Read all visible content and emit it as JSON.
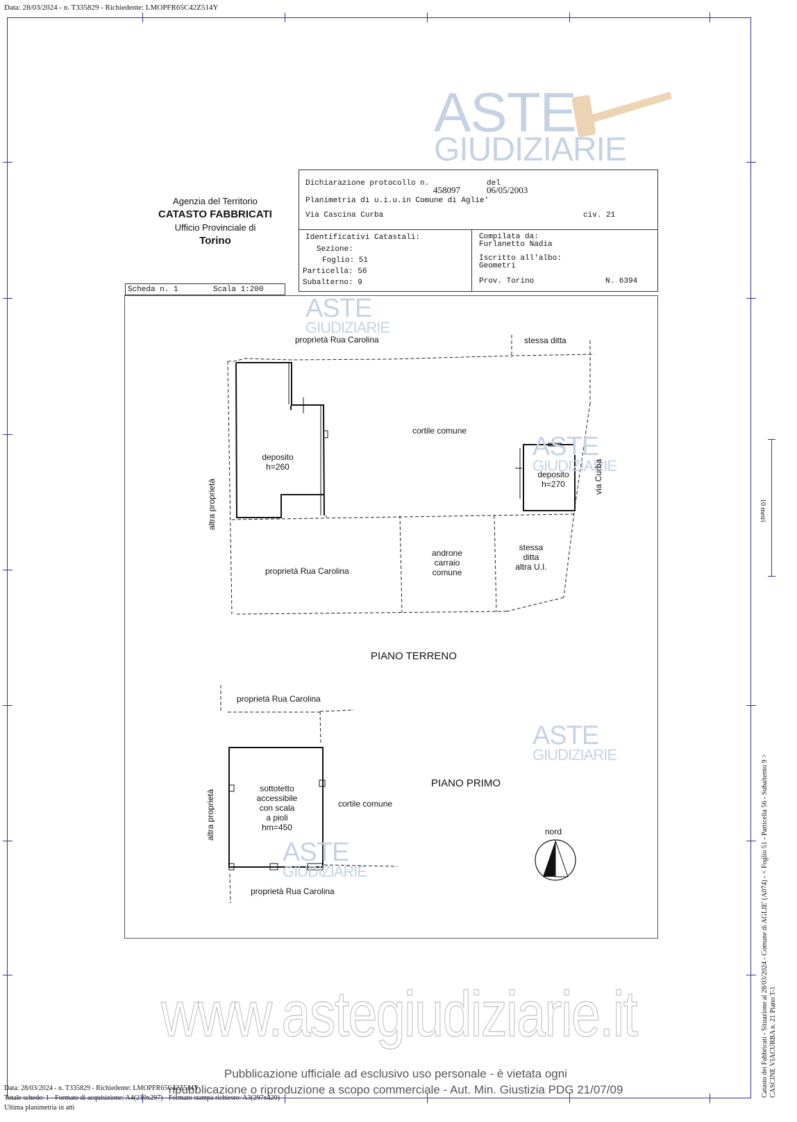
{
  "header_line": "Data: 28/03/2024 - n. T335829 - Richiedente: LMOPFR65C42Z514Y",
  "agency": {
    "line1": "Agenzia del Territorio",
    "line2": "CATASTO FABBRICATI",
    "line3": "Ufficio Provinciale di",
    "line4": "Torino"
  },
  "declaration": {
    "label_protocol": "Dichiarazione protocollo n.",
    "protocol_number": "458097",
    "label_del": "del",
    "date": "06/05/2003",
    "planimetria": "Planimetria di u.i.u.in Comune di Aglie'",
    "address": "Via Cascina Curba",
    "civ": "civ. 21"
  },
  "identifiers": {
    "title": "Identificativi Catastali:",
    "sezione": "Sezione:",
    "foglio": "Foglio: 51",
    "particella": "Particella: 56",
    "subalterno": "Subalterno: 9"
  },
  "compiled": {
    "label": "Compilata da:",
    "name": "Furlanetto Nadia",
    "iscritto": "Iscritto all'albo:",
    "albo": "Geometri",
    "prov": "Prov. Torino",
    "number": "N.  6394"
  },
  "scheda": {
    "label": "Scheda n. 1",
    "scale": "Scala 1:200"
  },
  "plan_labels": {
    "prop_rua_top": "proprietà Rua Carolina",
    "stessa_ditta": "stessa ditta",
    "cortile_comune": "cortile comune",
    "deposito1_a": "deposito",
    "deposito1_b": "h=260",
    "deposito2_a": "deposito",
    "deposito2_b": "h=270",
    "via_curba": "via Curba",
    "altra_proprieta": "altra proprietà",
    "prop_rua_mid": "proprietà Rua Carolina",
    "androne_a": "androne",
    "androne_b": "carraio",
    "androne_c": "comune",
    "stessa_a": "stessa",
    "stessa_b": "ditta",
    "stessa_c": "altra U.I.",
    "piano_terreno": "PIANO TERRENO",
    "prop_rua_upper": "proprietà Rua Carolina",
    "piano_primo": "PIANO PRIMO",
    "sottotetto_a": "sottotetto",
    "sottotetto_b": "accessibile",
    "sottotetto_c": "con scala",
    "sottotetto_d": "a pioli",
    "sottotetto_e": "hm=450",
    "cortile_comune2": "cortile comune",
    "altra_proprieta2": "altra proprietà",
    "prop_rua_bottom": "proprietà Rua Carolina",
    "nord": "nord"
  },
  "right_side": {
    "scale_note": "10 metri",
    "vertical_info": "Catasto dei Fabbricati - Situazione al 28/03/2024 - Comune di AGLIE' (A074) - < Foglio 51 - Particella 56 - Subalterno 9 >",
    "vertical_info2": "CASCINE VIACURBA n. 21 Piano T-1"
  },
  "watermark": {
    "aste": "ASTE",
    "giudiziarie": "GIUDIZIARIE",
    "url": "www.astegiudiziarie.it",
    "notice1": "Pubblicazione ufficiale ad esclusivo uso personale - è vietata ogni",
    "notice2": "ripubblicazione o riproduzione a scopo commerciale - Aut. Min. Giustizia PDG 21/07/09"
  },
  "footer": {
    "line1": "Data: 28/03/2024 - n. T335829 - Richiedente: LMOPFR65C42Z514Y",
    "line2": "Totale schede: 1 - Formato di acquisizione: A4(210x297) - Formato stampa richiesto: A3(297x420)",
    "line3": "Ultima planimetria in atti"
  },
  "colors": {
    "frame": "#2d2f8f",
    "watermark": "#c5d2e4",
    "gavel": "#e8c9a2"
  }
}
